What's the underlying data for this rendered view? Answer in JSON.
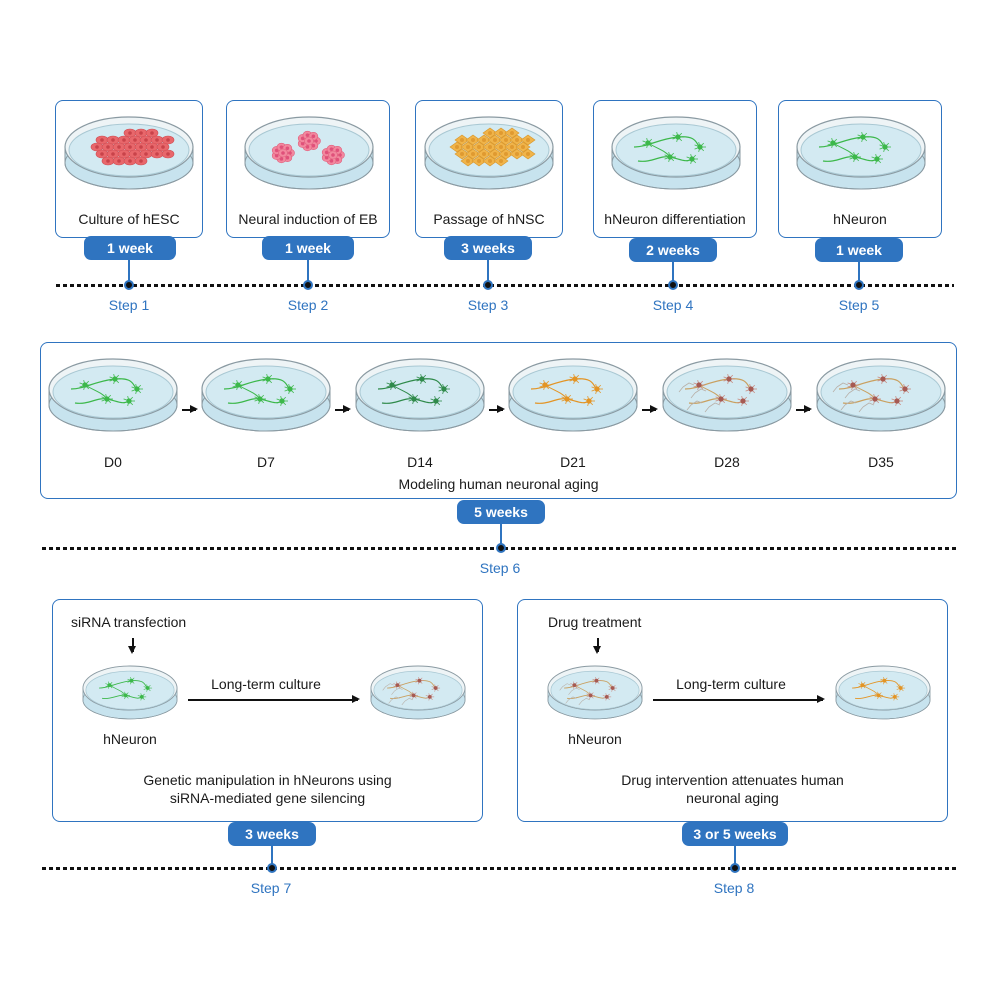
{
  "colors": {
    "accent": "#2f74c0",
    "dish_liquid": "#d3eaf2",
    "hesc": "#e8676b",
    "eb": "#f2889e",
    "hnsc": "#f0b44a",
    "young_neuron": "#3cb84a",
    "mid_neuron": "#2f8a4a",
    "aging_neuron": "#e39424",
    "old_neuron": "#a65a52"
  },
  "top_steps": [
    {
      "caption": "Culture of hESC",
      "duration": "1 week",
      "step": "Step 1",
      "cells": "hesc"
    },
    {
      "caption": "Neural induction of EB",
      "duration": "1 week",
      "step": "Step 2",
      "cells": "eb"
    },
    {
      "caption": "Passage of hNSC",
      "duration": "3 weeks",
      "step": "Step 3",
      "cells": "hnsc"
    },
    {
      "caption": "hNeuron differentiation",
      "duration": "2 weeks",
      "step": "Step 4",
      "cells": "young_neuron"
    },
    {
      "caption": "hNeuron",
      "duration": "1 week",
      "step": "Step 5",
      "cells": "young_neuron"
    }
  ],
  "aging": {
    "title": "Modeling human neuronal aging",
    "duration": "5 weeks",
    "step": "Step 6",
    "days": [
      {
        "label": "D0",
        "cells": "young_neuron"
      },
      {
        "label": "D7",
        "cells": "young_neuron"
      },
      {
        "label": "D14",
        "cells": "mid_neuron"
      },
      {
        "label": "D21",
        "cells": "aging_neuron"
      },
      {
        "label": "D28",
        "cells": "old_neuron"
      },
      {
        "label": "D35",
        "cells": "old_neuron"
      }
    ]
  },
  "step7": {
    "treatment": "siRNA transfection",
    "start_label": "hNeuron",
    "arrow_label": "Long-term culture",
    "description_line1": "Genetic manipulation in hNeurons using",
    "description_line2": "siRNA-mediated gene silencing",
    "duration": "3 weeks",
    "step": "Step 7",
    "start_cells": "young_neuron",
    "end_cells": "old_neuron"
  },
  "step8": {
    "treatment": "Drug treatment",
    "start_label": "hNeuron",
    "arrow_label": "Long-term culture",
    "description_line1": "Drug intervention attenuates human",
    "description_line2": "neuronal aging",
    "duration": "3 or 5 weeks",
    "step": "Step 8",
    "start_cells": "old_neuron",
    "end_cells": "aging_neuron"
  }
}
